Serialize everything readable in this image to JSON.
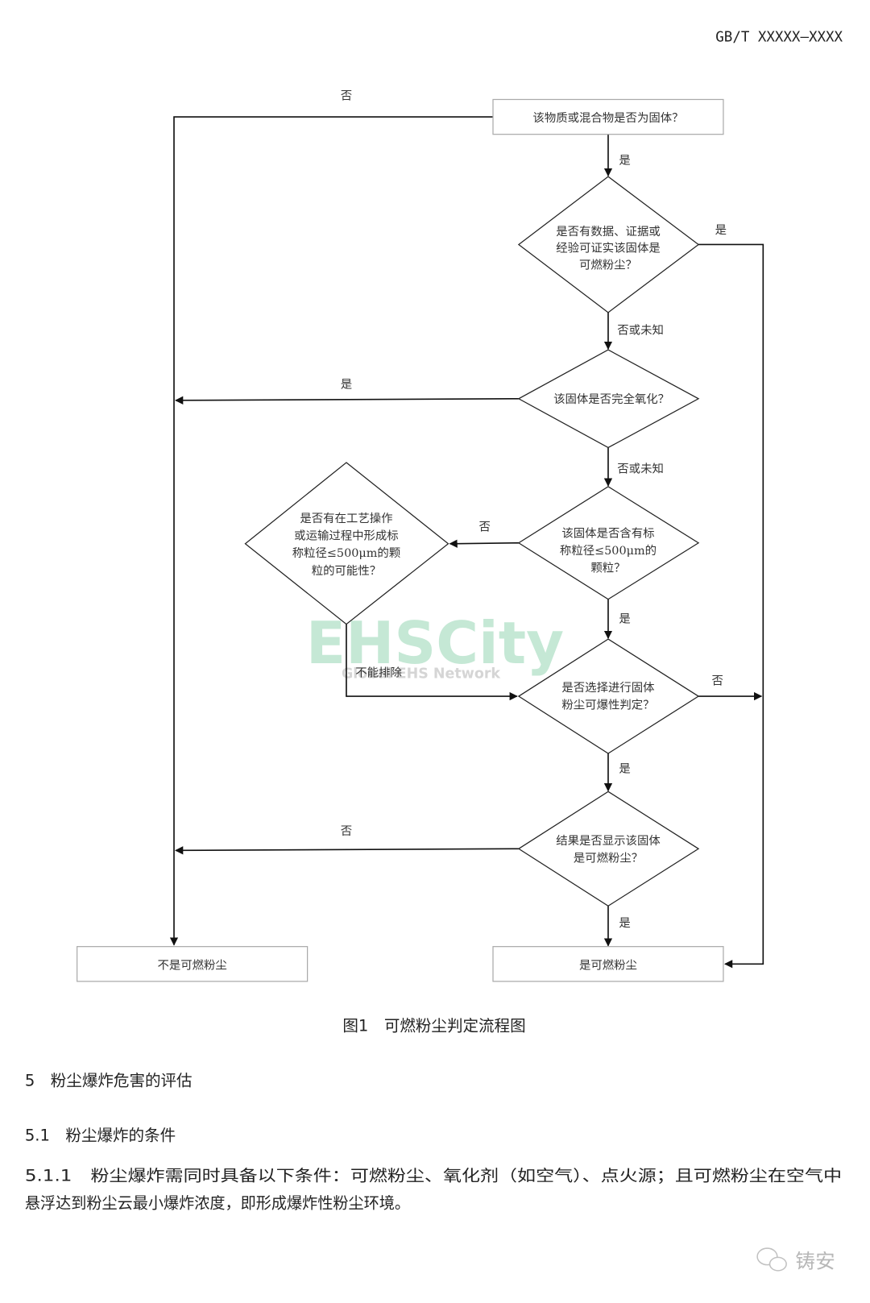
{
  "header": {
    "doc_code": "GB/T XXXXX—XXXX"
  },
  "flowchart": {
    "start_box": "该物质或混合物是否为固体？",
    "d1": [
      "是否有数据、证据或",
      "经验可证实该固体是",
      "可燃粉尘？"
    ],
    "d2": [
      "该固体是否完全氧化？"
    ],
    "d3": [
      "该固体是否含有标",
      "称粒径≤500μm的",
      "颗粒？"
    ],
    "d4": [
      "是否有在工艺操作",
      "或运输过程中形成标",
      "称粒径≤500μm的颗",
      "粒的可能性？"
    ],
    "d5": [
      "是否选择进行固体",
      "粉尘可爆性判定？"
    ],
    "d6": [
      "结果是否显示该固体",
      "是可燃粉尘？"
    ],
    "end_no": "不是可燃粉尘",
    "end_yes": "是可燃粉尘",
    "labels": {
      "start_no": "否",
      "start_yes": "是",
      "d1_yes": "是",
      "d1_no": "否或未知",
      "d2_yes": "是",
      "d2_no": "否或未知",
      "d3_no": "否",
      "d3_yes": "是",
      "d4_cannot_exclude": "不能排除",
      "d5_no": "否",
      "d5_yes": "是",
      "d6_no": "否",
      "d6_yes": "是"
    }
  },
  "caption": "图1　可燃粉尘判定流程图",
  "section5": {
    "heading": "5　粉尘爆炸危害的评估"
  },
  "section51": {
    "heading": "5.1　粉尘爆炸的条件"
  },
  "section511": {
    "line1": "5.1.1　粉尘爆炸需同时具备以下条件：可燃粉尘、氧化剂（如空气）、点火源；且可燃粉尘在空气中",
    "line2": "悬浮达到粉尘云最小爆炸浓度，即形成爆炸性粉尘环境。"
  },
  "watermark": {
    "title": "EHSCity",
    "subtitle": "Global EHS Network"
  },
  "logo": {
    "text": "铸安"
  }
}
